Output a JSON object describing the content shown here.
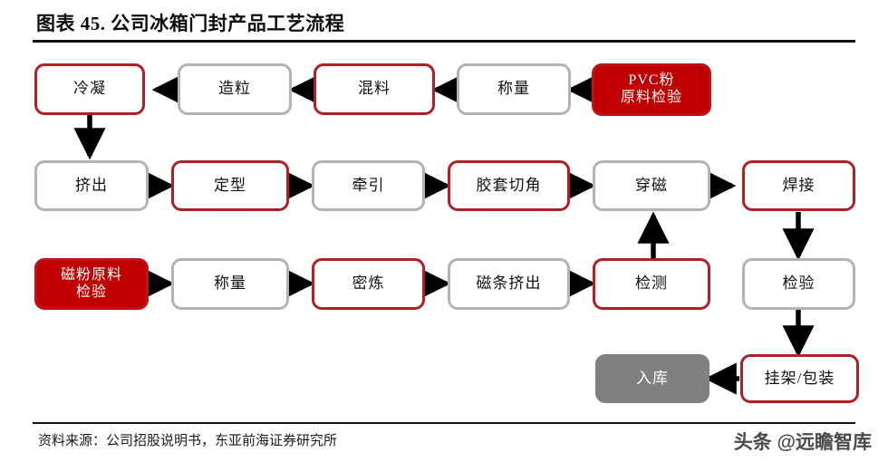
{
  "header": {
    "title": "图表 45. 公司冰箱门封产品工艺流程"
  },
  "footer": {
    "source": "资料来源：公司招股说明书，东亚前海证券研究所",
    "watermark": "头条 @远瞻智库"
  },
  "colors": {
    "red_border": "#af1f24",
    "red_fill": "#c00000",
    "gray_border": "#b3b3b3",
    "gray_fill": "#808080",
    "arrow": "#000000",
    "rule": "#111111"
  },
  "diagram": {
    "type": "process-flowchart",
    "rows": [
      {
        "name": "pvc-compound-row",
        "direction": "right-to-left",
        "nodes": [
          {
            "id": "n-lengning",
            "label": "冷凝",
            "style": "red"
          },
          {
            "id": "n-zaoli",
            "label": "造粒",
            "style": "gray"
          },
          {
            "id": "n-hunliao",
            "label": "混料",
            "style": "red"
          },
          {
            "id": "n-chengliang1",
            "label": "称量",
            "style": "gray"
          },
          {
            "id": "n-pvc",
            "label": "PVC粉\n原料检验",
            "style": "redfill"
          }
        ]
      },
      {
        "name": "extrusion-row",
        "direction": "left-to-right",
        "nodes": [
          {
            "id": "n-jichu",
            "label": "挤出",
            "style": "gray"
          },
          {
            "id": "n-dingxing",
            "label": "定型",
            "style": "red"
          },
          {
            "id": "n-qianyin",
            "label": "牵引",
            "style": "gray"
          },
          {
            "id": "n-jiaotao",
            "label": "胶套切角",
            "style": "red"
          },
          {
            "id": "n-chuanci",
            "label": "穿磁",
            "style": "gray"
          },
          {
            "id": "n-hanjie",
            "label": "焊接",
            "style": "red"
          }
        ]
      },
      {
        "name": "magnetic-strip-row",
        "direction": "left-to-right",
        "nodes": [
          {
            "id": "n-cifen",
            "label": "磁粉原料\n检验",
            "style": "redfill"
          },
          {
            "id": "n-chengliang2",
            "label": "称量",
            "style": "gray"
          },
          {
            "id": "n-milian",
            "label": "密炼",
            "style": "red"
          },
          {
            "id": "n-citiao",
            "label": "磁条挤出",
            "style": "gray"
          },
          {
            "id": "n-jiance",
            "label": "检测",
            "style": "red"
          },
          {
            "id": "n-jianyan",
            "label": "检验",
            "style": "gray"
          }
        ]
      },
      {
        "name": "packaging-row",
        "direction": "right-to-left",
        "nodes": [
          {
            "id": "n-ruku",
            "label": "入库",
            "style": "grayfill"
          },
          {
            "id": "n-guajia",
            "label": "挂架/包装",
            "style": "red"
          }
        ]
      }
    ],
    "connections": [
      {
        "from": "n-pvc",
        "to": "n-chengliang1",
        "dir": "left"
      },
      {
        "from": "n-chengliang1",
        "to": "n-hunliao",
        "dir": "left"
      },
      {
        "from": "n-hunliao",
        "to": "n-zaoli",
        "dir": "left"
      },
      {
        "from": "n-zaoli",
        "to": "n-lengning",
        "dir": "left"
      },
      {
        "from": "n-lengning",
        "to": "n-jichu",
        "dir": "down"
      },
      {
        "from": "n-jichu",
        "to": "n-dingxing",
        "dir": "right"
      },
      {
        "from": "n-dingxing",
        "to": "n-qianyin",
        "dir": "right"
      },
      {
        "from": "n-qianyin",
        "to": "n-jiaotao",
        "dir": "right"
      },
      {
        "from": "n-jiaotao",
        "to": "n-chuanci",
        "dir": "right"
      },
      {
        "from": "n-chuanci",
        "to": "n-hanjie",
        "dir": "right"
      },
      {
        "from": "n-cifen",
        "to": "n-chengliang2",
        "dir": "right"
      },
      {
        "from": "n-chengliang2",
        "to": "n-milian",
        "dir": "right"
      },
      {
        "from": "n-milian",
        "to": "n-citiao",
        "dir": "right"
      },
      {
        "from": "n-citiao",
        "to": "n-jiance",
        "dir": "right"
      },
      {
        "from": "n-jiance",
        "to": "n-chuanci",
        "dir": "up"
      },
      {
        "from": "n-hanjie",
        "to": "n-jianyan",
        "dir": "down"
      },
      {
        "from": "n-jianyan",
        "to": "n-guajia",
        "dir": "down"
      },
      {
        "from": "n-guajia",
        "to": "n-ruku",
        "dir": "left"
      }
    ]
  }
}
